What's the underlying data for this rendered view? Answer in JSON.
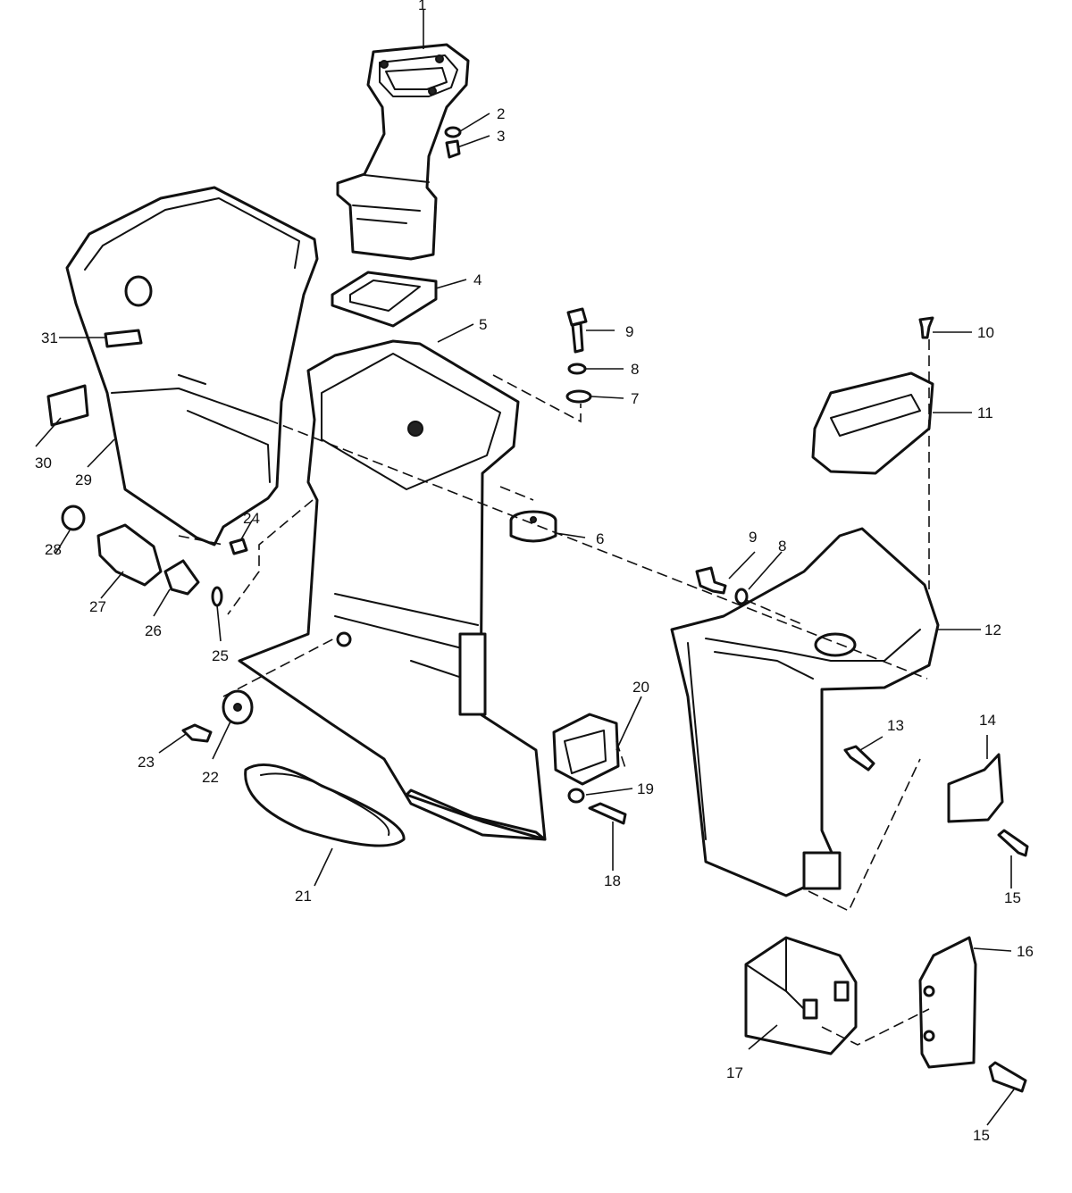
{
  "callouts": [
    "1",
    "2",
    "3",
    "4",
    "5",
    "6",
    "7",
    "8",
    "9",
    "10",
    "11",
    "12",
    "13",
    "14",
    "15",
    "16",
    "17",
    "18",
    "19",
    "20",
    "21",
    "22",
    "23",
    "24",
    "25",
    "26",
    "27",
    "28",
    "29",
    "30",
    "31"
  ],
  "extra_callouts": {
    "c8b": "8",
    "c9b": "9",
    "c15b": "15"
  },
  "colors": {
    "ink": "#111111",
    "paper": "#ffffff"
  }
}
